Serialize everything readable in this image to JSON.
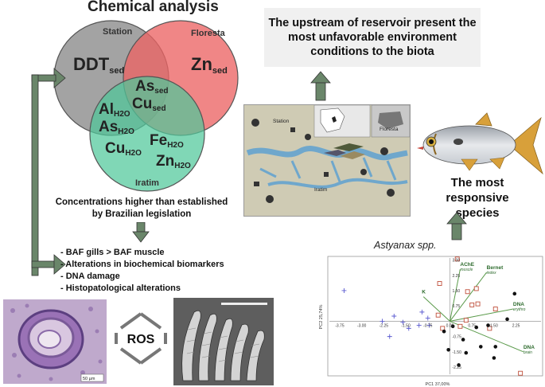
{
  "title": "Chemical analysis",
  "venn": {
    "station": "Station",
    "floresta": "Floresta",
    "iratim": "Iratim",
    "ddt_main": "DDT",
    "ddt_sub": "sed",
    "zn_main": "Zn",
    "zn_sub": "sed",
    "as_main": "As",
    "as_sub": "sed",
    "cu_main": "Cu",
    "cu_sub": "sed",
    "al_main": "Al",
    "al_sub": "H2O",
    "as2_main": "As",
    "as2_sub": "H2O",
    "cu2_main": "Cu",
    "cu2_sub": "H2O",
    "fe_main": "Fe",
    "fe_sub": "H2O",
    "zn2_main": "Zn",
    "zn2_sub": "H2O"
  },
  "concentrations": "Concentrations higher than established by Brazilian legislation",
  "effects": [
    "- BAF gills > BAF muscle",
    "- Alterations in biochemical biomarkers",
    "- DNA damage",
    "- Histopatological alterations"
  ],
  "callout": "The upstream of reservoir present the most unfavorable environment conditions to the biota",
  "map": {
    "station": "Station",
    "floresta": "Floresta",
    "iratim": "Iratim"
  },
  "species_title": "The most responsive species",
  "ros": "ROS",
  "micro_scale": "50 µm",
  "pca": {
    "title": "Astyanax spp.",
    "xlabel": "PC1 37,00%",
    "ylabel": "PC2 25,74%",
    "x_ticks": [
      "-3.75",
      "-3.00",
      "-2.25",
      "-1.50",
      "-0.75",
      "0.00",
      "0.75",
      "1.50",
      "2.25"
    ],
    "y_ticks": [
      "3.00",
      "2.25",
      "1.50",
      "0.75",
      "-0.75",
      "-1.50",
      "-2.25"
    ],
    "vector_labels": [
      {
        "main": "AChE",
        "sub": "muscle"
      },
      {
        "main": "Bernet",
        "sub": "index"
      },
      {
        "main": "K",
        "sub": ""
      },
      {
        "main": "DNA",
        "sub": "erythro"
      },
      {
        "main": "DNA",
        "sub": "brain"
      }
    ]
  },
  "chart_data": {
    "type": "scatter",
    "title": "Astyanax spp.",
    "xlabel": "PC1 37,00%",
    "ylabel": "PC2 25,74%",
    "xlim": [
      -4.1,
      3.1
    ],
    "ylim": [
      -2.6,
      3.1
    ],
    "series": [
      {
        "marker": "plus",
        "color": "#5a5ad0",
        "points": [
          [
            -3.6,
            1.5
          ],
          [
            -2.3,
            0.0
          ],
          [
            -1.9,
            0.25
          ],
          [
            -1.4,
            -0.35
          ],
          [
            -1.05,
            -0.2
          ],
          [
            -0.95,
            0.45
          ],
          [
            -0.75,
            0.15
          ],
          [
            -0.7,
            -0.2
          ],
          [
            -2.05,
            -0.75
          ],
          [
            -1.6,
            -0.05
          ]
        ]
      },
      {
        "marker": "square",
        "color": "#c0503c",
        "points": [
          [
            0.25,
            3.05
          ],
          [
            -0.35,
            1.85
          ],
          [
            0.6,
            1.45
          ],
          [
            0.9,
            1.6
          ],
          [
            0.75,
            0.8
          ],
          [
            0.95,
            0.85
          ],
          [
            1.55,
            0.6
          ],
          [
            1.35,
            -0.35
          ],
          [
            0.35,
            -0.25
          ],
          [
            0.55,
            0.05
          ],
          [
            -0.4,
            0.3
          ],
          [
            2.4,
            -2.55
          ],
          [
            -0.25,
            -0.35
          ]
        ]
      },
      {
        "marker": "dot",
        "color": "#111111",
        "points": [
          [
            2.2,
            1.35
          ],
          [
            1.95,
            0.1
          ],
          [
            0.1,
            -0.25
          ],
          [
            -0.2,
            -0.5
          ],
          [
            0.45,
            -0.9
          ],
          [
            1.05,
            -1.25
          ],
          [
            -0.05,
            -1.4
          ],
          [
            0.55,
            -1.55
          ],
          [
            1.55,
            -1.25
          ],
          [
            1.5,
            -1.8
          ],
          [
            0.3,
            -2.15
          ],
          [
            1.3,
            -0.2
          ],
          [
            0.9,
            -0.3
          ]
        ]
      }
    ],
    "vectors": [
      {
        "label": "AChE muscle",
        "x": 0.35,
        "y": 2.55
      },
      {
        "label": "Bernet index",
        "x": 1.25,
        "y": 2.4
      },
      {
        "label": "K",
        "x": -0.9,
        "y": 1.2
      },
      {
        "label": "DNA erythro",
        "x": 2.15,
        "y": 0.6
      },
      {
        "label": "DNA brain",
        "x": 2.5,
        "y": -1.5
      }
    ]
  },
  "colors": {
    "station": "#8f8f8f",
    "floresta": "#ec6464",
    "iratim": "#4fc79a",
    "arrow": "#5f7a5f",
    "callout_bg": "#f0f0f0",
    "vector": "#5a9a4a"
  }
}
